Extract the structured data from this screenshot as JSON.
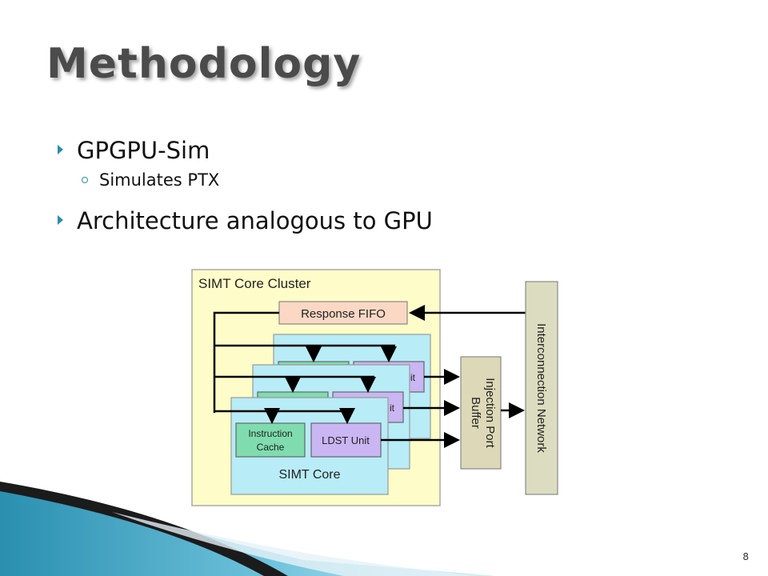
{
  "slide": {
    "title": "Methodology",
    "bullets": [
      {
        "text": "GPGPU-Sim",
        "sub": [
          "Simulates PTX"
        ]
      },
      {
        "text": "Architecture analogous to GPU",
        "sub": []
      }
    ],
    "page_number": "8"
  },
  "diagram": {
    "cluster_label": "SIMT Core Cluster",
    "response_fifo": "Response FIFO",
    "core_label": "SIMT Core",
    "instruction_cache": [
      "Instruction",
      "Cache"
    ],
    "ldst_unit": "LDST Unit",
    "ldst_partial": "it",
    "injection_port_buffer": [
      "Injection Port",
      "Buffer"
    ],
    "interconnection_network": "Interconnection Network"
  },
  "colors": {
    "cluster_fill": "#fefcc8",
    "fifo_fill": "#fbd8c4",
    "core_fill": "#b8ecf7",
    "icache_fill": "#7fdcae",
    "ldst_fill": "#c9b6f2",
    "port_fill": "#ddd9b8",
    "network_fill": "#dcdcc0",
    "bullet_accent": "#2a8fa8"
  }
}
